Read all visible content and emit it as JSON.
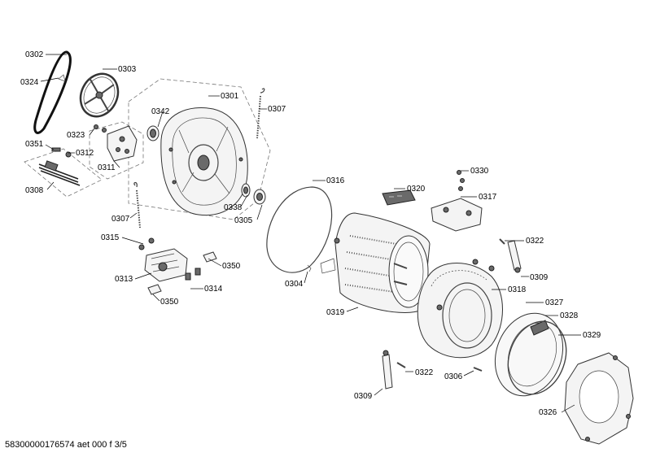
{
  "footer": "58300000176574 aet 000 f 3/5",
  "labels": {
    "l0301": "0301",
    "l0302": "0302",
    "l0303": "0303",
    "l0304": "0304",
    "l0305": "0305",
    "l0306": "0306",
    "l0307a": "0307",
    "l0307b": "0307",
    "l0308": "0308",
    "l0309a": "0309",
    "l0309b": "0309",
    "l0311": "0311",
    "l0312": "0312",
    "l0313": "0313",
    "l0314": "0314",
    "l0315": "0315",
    "l0316": "0316",
    "l0317": "0317",
    "l0318": "0318",
    "l0319": "0319",
    "l0320": "0320",
    "l0322a": "0322",
    "l0322b": "0322",
    "l0323": "0323",
    "l0324": "0324",
    "l0326": "0326",
    "l0327": "0327",
    "l0328": "0328",
    "l0329": "0329",
    "l0330": "0330",
    "l0338": "0338",
    "l0342": "0342",
    "l0350a": "0350",
    "l0350b": "0350",
    "l0351": "0351"
  }
}
